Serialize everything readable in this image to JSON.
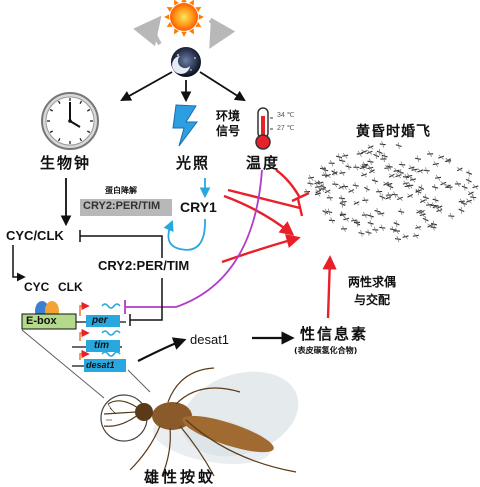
{
  "env_signal_label": "环境\n信号",
  "clock_label": "生物钟",
  "light_label": "光照",
  "temp_label": "温度",
  "temp_high": "34 ℃",
  "temp_low": "27 ℃",
  "swarm_label": "黄昏时婚飞",
  "protein_degradation_label": "蛋白降解",
  "complex_box_label": "CRY2:PER/TIM",
  "cry1_label": "CRY1",
  "cycclk_label": "CYC/CLK",
  "complex_label": "CRY2:PER/TIM",
  "cyc_label": "CYC",
  "clk_label": "CLK",
  "ebox_label": "E-box",
  "gene_per": "per",
  "gene_tim": "tim",
  "gene_desat1": "desat1",
  "desat1_label": "desat1",
  "pheromone_label": "性信息素",
  "pheromone_sub": "(表皮碳氢化合物)",
  "mating_label": "两性求偶\n与交配",
  "mosquito_label": "雄性按蚊",
  "colors": {
    "red": "#e8202a",
    "blue": "#29a8e0",
    "purple": "#b03cc8",
    "black": "#111111"
  }
}
